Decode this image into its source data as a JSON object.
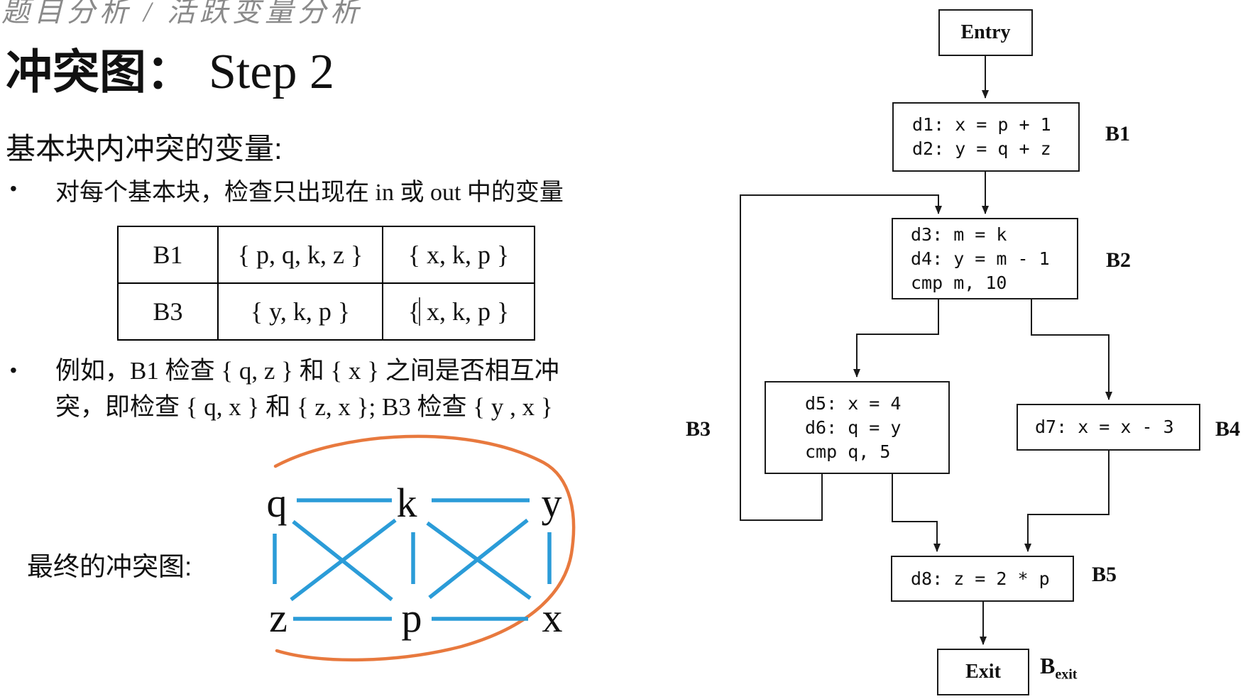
{
  "slide": {
    "breadcrumb": "题目分析 / 活跃变量分析",
    "title_zh": "冲突图：",
    "title_en": "Step 2",
    "subtitle": "基本块内冲突的变量:",
    "bullet_dot": "•",
    "bullet1": "对每个基本块，检查只出现在 in 或 out 中的变量",
    "bullet2_line1": "例如，B1 检查 { q, z } 和 { x } 之间是否相互冲",
    "bullet2_line2": "突，即检查 { q, x } 和 { z, x }; B3 检查 { y , x }",
    "graph_label": "最终的冲突图:"
  },
  "live_table": {
    "rows": [
      {
        "block": "B1",
        "in_set": "{ p, q, k, z }",
        "out_set": "{ x, k, p }"
      },
      {
        "block": "B3",
        "in_set": "{ y, k, p }",
        "out_set": "{ x, k, p }"
      }
    ]
  },
  "conflict_graph": {
    "nodes": [
      "q",
      "k",
      "y",
      "z",
      "p",
      "x"
    ],
    "edges": [
      [
        "q",
        "k"
      ],
      [
        "k",
        "y"
      ],
      [
        "z",
        "p"
      ],
      [
        "p",
        "x"
      ],
      [
        "q",
        "z"
      ],
      [
        "k",
        "p"
      ],
      [
        "y",
        "x"
      ],
      [
        "q",
        "p"
      ],
      [
        "z",
        "k"
      ],
      [
        "k",
        "x"
      ],
      [
        "y",
        "p"
      ]
    ],
    "edge_color": "#2B9CD8",
    "highlight_color": "#E8793E"
  },
  "cfg": {
    "entry_label": "Entry",
    "exit_label": "Exit",
    "exit_block_label_main": "B",
    "exit_block_label_sub": "exit",
    "blocks": [
      {
        "name": "B1",
        "lines": [
          "d1: x = p + 1",
          "d2: y = q + z"
        ]
      },
      {
        "name": "B2",
        "lines": [
          "d3: m = k",
          "d4: y = m - 1",
          "cmp m, 10"
        ]
      },
      {
        "name": "B3",
        "lines": [
          "d5: x = 4",
          "d6: q = y",
          "cmp q, 5"
        ]
      },
      {
        "name": "B4",
        "lines": [
          "d7: x = x - 3"
        ]
      },
      {
        "name": "B5",
        "lines": [
          "d8: z = 2 * p"
        ]
      }
    ]
  }
}
